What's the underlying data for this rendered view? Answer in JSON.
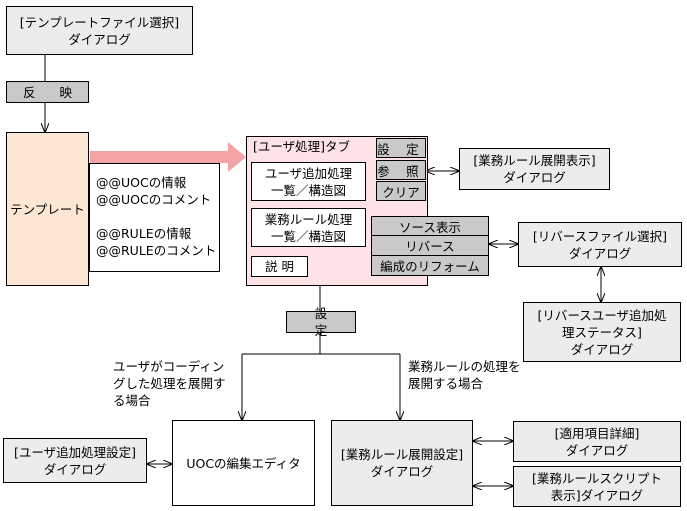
{
  "template_select_dialog": {
    "line1": "[テンプレートファイル選択]",
    "line2": "ダイアログ"
  },
  "reflect_button": {
    "label": "反 映"
  },
  "template_box": {
    "label": "テンプレート"
  },
  "template_info": {
    "line1": "@@UOCの情報",
    "line2": "@@UOCのコメント",
    "line3": "@@RULEの情報",
    "line4": "@@RULEのコメント"
  },
  "user_process_tab": {
    "title": "[ユーザ処理]タブ",
    "user_add_list": {
      "line1": "ユーザ追加処理",
      "line2": "一覧／構造図"
    },
    "business_rule_list": {
      "line1": "業務ルール処理",
      "line2": "一覧／構造図"
    },
    "description": "説 明",
    "settings": "設 定",
    "reference": "参 照",
    "clear": "クリア",
    "source_display": "ソース表示",
    "reverse": "リバース",
    "reform": "編成のリフォーム"
  },
  "business_rule_expand_dialog": {
    "line1": "[業務ルール展開表示]",
    "line2": "ダイアログ"
  },
  "reverse_file_select_dialog": {
    "line1": "[リバースファイル選択]",
    "line2": "ダイアログ"
  },
  "reverse_user_status_dialog": {
    "line1": "[リバースユーザ追加処",
    "line2": "理ステータス]",
    "line3": "ダイアログ"
  },
  "settings_button": {
    "label": "設 定"
  },
  "note_left": {
    "line1": "ユーザがコーディン",
    "line2": "グした処理を展開す",
    "line3": "る場合"
  },
  "note_right": {
    "line1": "業務ルールの処理を",
    "line2": "展開する場合"
  },
  "user_add_settings_dialog": {
    "line1": "[ユーザ追加処理設定]",
    "line2": "ダイアログ"
  },
  "uoc_editor": {
    "label": "UOCの編集エディタ"
  },
  "business_rule_settings_dialog": {
    "line1": "[業務ルール展開設定]",
    "line2": "ダイアログ"
  },
  "applied_item_detail_dialog": {
    "line1": "[適用項目詳細]",
    "line2": "ダイアログ"
  },
  "business_rule_script_dialog": {
    "line1": "[業務ルールスクリプト",
    "line2": "表示]ダイアログ"
  }
}
